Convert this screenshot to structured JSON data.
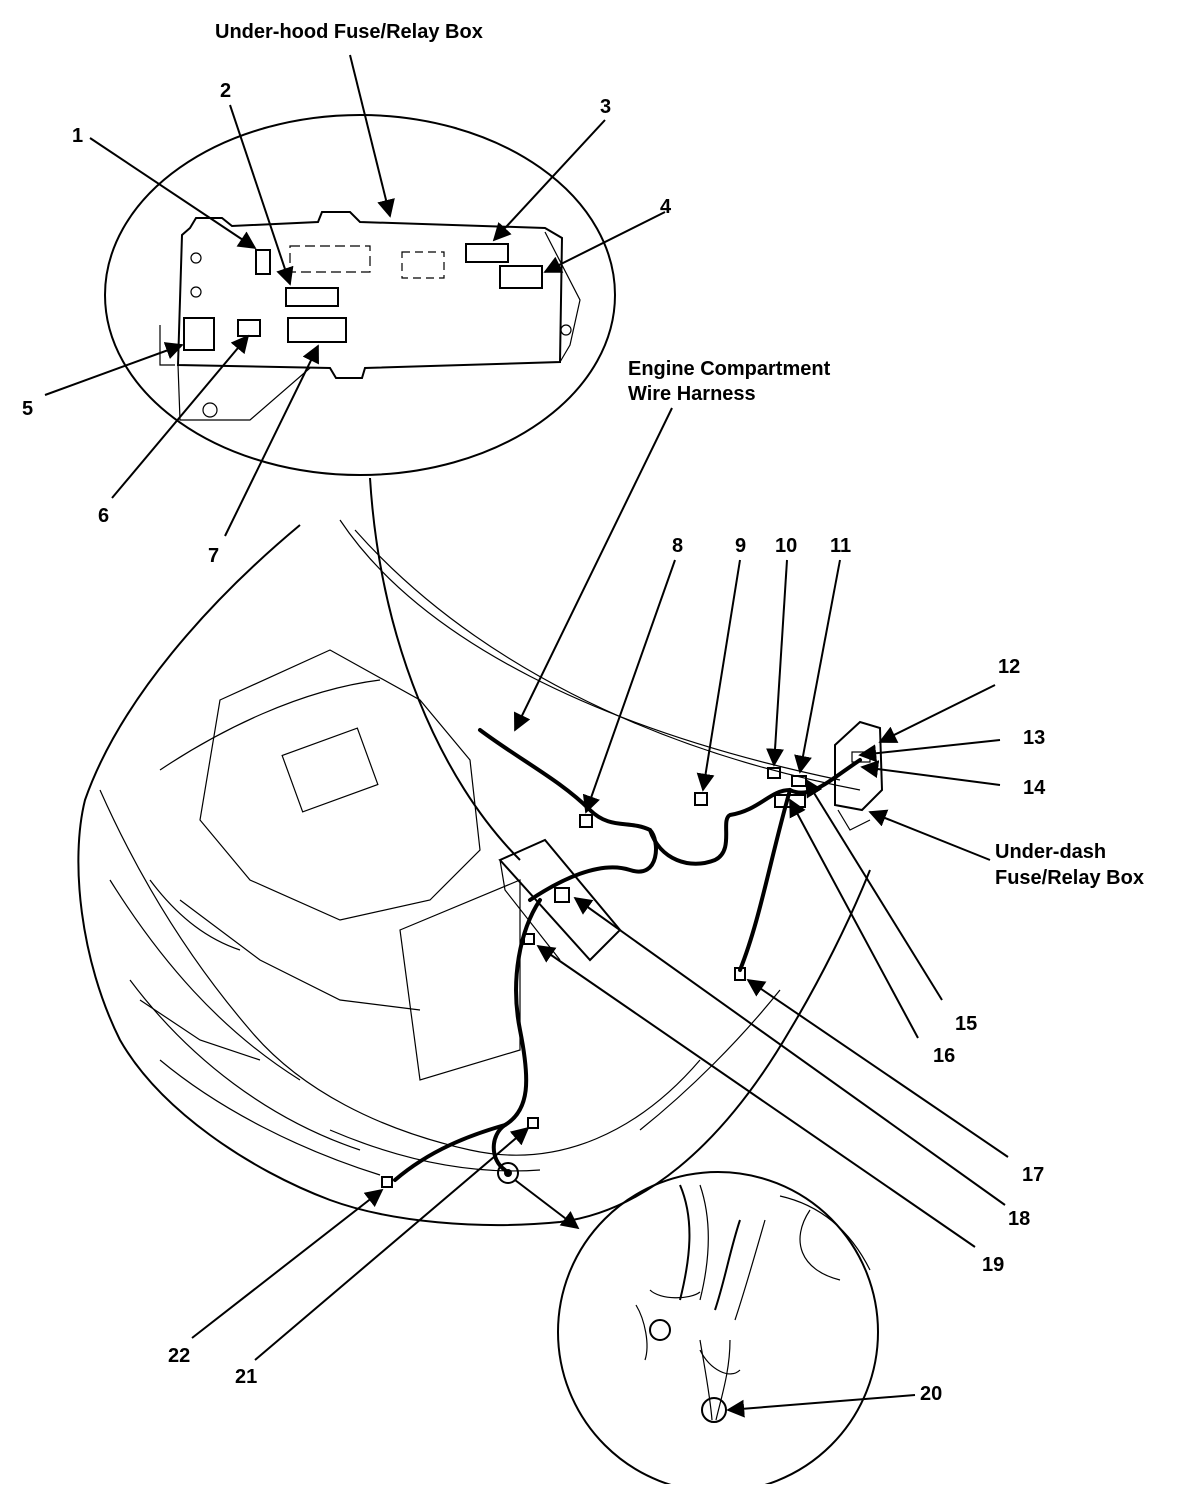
{
  "labels": {
    "under_hood_box": "Under-hood Fuse/Relay Box",
    "engine_harness_line1": "Engine Compartment",
    "engine_harness_line2": "Wire Harness",
    "under_dash_line1": "Under-dash",
    "under_dash_line2": "Fuse/Relay Box"
  },
  "callouts": [
    "1",
    "2",
    "3",
    "4",
    "5",
    "6",
    "7",
    "8",
    "9",
    "10",
    "11",
    "12",
    "13",
    "14",
    "15",
    "16",
    "17",
    "18",
    "19",
    "20",
    "21",
    "22"
  ]
}
